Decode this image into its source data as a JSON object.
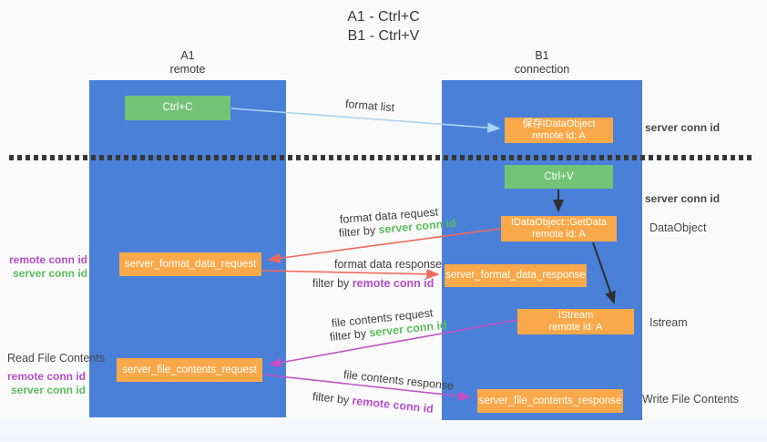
{
  "title": {
    "line1": "A1 - Ctrl+C",
    "line2": "B1 - Ctrl+V"
  },
  "columns": {
    "left": {
      "name": "A1",
      "subtitle": "remote"
    },
    "right": {
      "name": "B1",
      "subtitle": "connection"
    }
  },
  "nodes": {
    "ctrl_c": {
      "label": "Ctrl+C"
    },
    "ctrl_v": {
      "label": "Ctrl+V"
    },
    "save_idataobject": {
      "line1": "保存IDataObject",
      "line2": "remote id: A"
    },
    "getdata": {
      "line1": "IDataObject::GetData",
      "line2": "remote id: A"
    },
    "format_request": {
      "label": "server_format_data_request"
    },
    "format_response": {
      "label": "server_format_data_response"
    },
    "istream": {
      "line1": "IStream",
      "line2": "remote id: A"
    },
    "file_request": {
      "label": "server_file_contents_request"
    },
    "file_response": {
      "label": "server_file_contents_response"
    }
  },
  "arrow_labels": {
    "format_list": "format list",
    "format_data_request": "format data request",
    "format_data_response": "format data response",
    "file_contents_request": "file contents request",
    "file_contents_response": "file contents response",
    "filter_by": "filter by "
  },
  "side_labels": {
    "server_conn_id": "server conn id",
    "remote_conn_id": "remote conn id",
    "read_file_contents": "Read File Contents",
    "write_file_contents": "Write File Contents",
    "dataobject": "DataObject",
    "istream": "Istream"
  },
  "colors": {
    "lifeline_blue": "#4a80d8",
    "node_green": "#73c377",
    "node_orange": "#f9a94a",
    "arrow_red": "#f0695e",
    "arrow_magenta": "#c051c6",
    "arrow_light_blue": "#aad4f1",
    "arrow_black": "#2e2e2e",
    "text_green": "#5cbd5f",
    "text_purple": "#b34fc8"
  }
}
